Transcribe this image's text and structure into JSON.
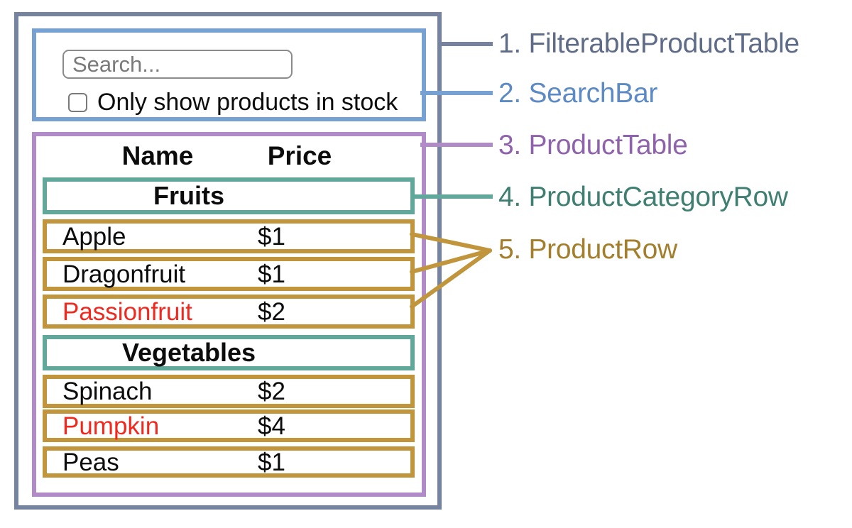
{
  "legend": {
    "items": [
      {
        "label": "1. FilterableProductTable"
      },
      {
        "label": "2. SearchBar"
      },
      {
        "label": "3. ProductTable"
      },
      {
        "label": "4. ProductCategoryRow"
      },
      {
        "label": "5. ProductRow"
      }
    ]
  },
  "search": {
    "placeholder": "Search...",
    "checkbox_label": "Only show products in stock",
    "checkbox_checked": false
  },
  "table": {
    "headers": {
      "name": "Name",
      "price": "Price"
    },
    "groups": [
      {
        "category": "Fruits",
        "rows": [
          {
            "name": "Apple",
            "price": "$1",
            "name_color": "#0c0c0c"
          },
          {
            "name": "Dragonfruit",
            "price": "$1",
            "name_color": "#0c0c0c"
          },
          {
            "name": "Passionfruit",
            "price": "$2",
            "name_color": "#f0281d"
          }
        ]
      },
      {
        "category": "Vegetables",
        "rows": [
          {
            "name": "Spinach",
            "price": "$2",
            "name_color": "#0c0c0c"
          },
          {
            "name": "Pumpkin",
            "price": "$4",
            "name_color": "#f0281d"
          },
          {
            "name": "Peas",
            "price": "$1",
            "name_color": "#0c0c0c"
          }
        ]
      }
    ]
  },
  "colors": {
    "filterable": {
      "border": "#76839e",
      "text": "#5f6c88"
    },
    "searchbar": {
      "border": "#78a1d3",
      "text": "#5b8ac5"
    },
    "producttable": {
      "border": "#b08bc8",
      "text": "#8f63ac"
    },
    "categoryrow": {
      "border": "#62a89a",
      "text": "#3e7f72"
    },
    "productrow": {
      "border": "#c0953c",
      "text": "#a37e2c"
    },
    "outofstock": {
      "text": "#f0281d"
    }
  }
}
